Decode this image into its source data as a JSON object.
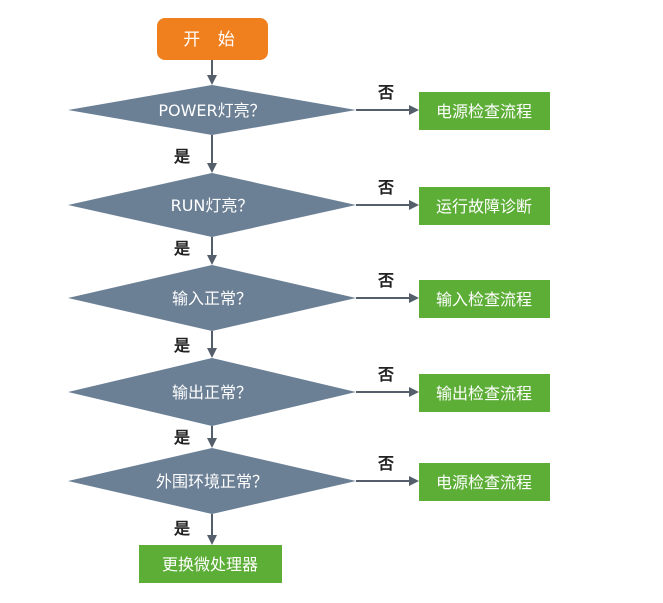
{
  "colors": {
    "start_fill": "#f07f1e",
    "decision_fill": "#6b7f95",
    "action_fill": "#5cae36",
    "arrow": "#555f6b",
    "label": "#222222"
  },
  "flowchart": {
    "start": {
      "label": "开 始"
    },
    "steps": [
      {
        "decision": "POWER灯亮？",
        "no_label": "否",
        "no_action": "电源检查流程",
        "yes_label": "是"
      },
      {
        "decision": "RUN灯亮？",
        "no_label": "否",
        "no_action": "运行故障诊断",
        "yes_label": "是"
      },
      {
        "decision": "输入正常？",
        "no_label": "否",
        "no_action": "输入检查流程",
        "yes_label": "是"
      },
      {
        "decision": "输出正常？",
        "no_label": "否",
        "no_action": "输出检查流程",
        "yes_label": "是"
      },
      {
        "decision": "外围环境正常？",
        "no_label": "否",
        "no_action": "电源检查流程",
        "yes_label": "是"
      }
    ],
    "end": {
      "label": "更换微处理器"
    }
  }
}
